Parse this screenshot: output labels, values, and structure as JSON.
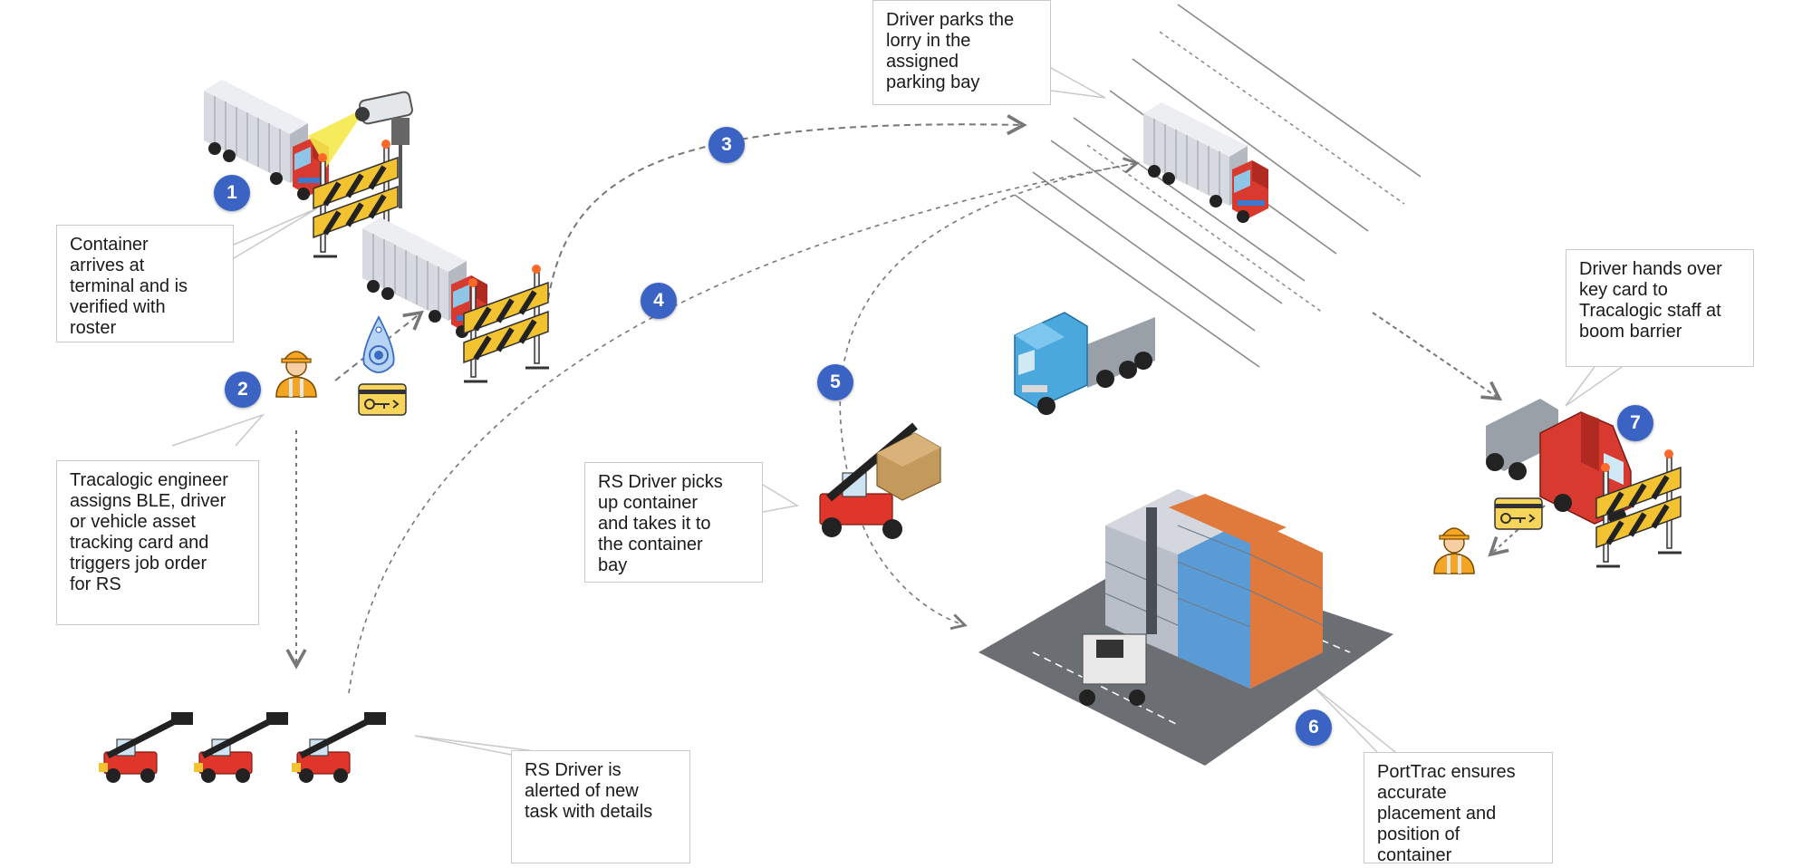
{
  "steps": [
    {
      "number": "1",
      "text": "Container\narrives at\nterminal and is\nverified with\nroster"
    },
    {
      "number": "2",
      "text": "Tracalogic engineer\nassigns BLE, driver\nor vehicle asset\ntracking card and\ntriggers job order\nfor RS"
    },
    {
      "number": "3",
      "text": "Driver parks the\nlorry in the\nassigned\nparking bay"
    },
    {
      "number": "4",
      "text": "RS Driver is\nalerted of new\ntask with details"
    },
    {
      "number": "5",
      "text": "RS Driver  picks\nup container\nand takes it to\nthe container\nbay"
    },
    {
      "number": "6",
      "text": "PortTrac ensures\naccurate\nplacement and\nposition of\ncontainer"
    },
    {
      "number": "7",
      "text": "Driver hands over\nkey card to\nTracalogic staff at\nboom barrier"
    }
  ],
  "colors": {
    "badge": "#3a63c4",
    "lorry_cab_red": "#d93a2f",
    "truck_blue": "#4aa8dc",
    "container_grey": "#b9bfc8",
    "container_blue": "#5a9bd5",
    "container_orange": "#e07a3c",
    "barrier_yellow": "#f2c230",
    "yard_grey": "#6b6e73"
  },
  "icons": [
    "lorry-icon",
    "cctv-camera-icon",
    "boom-barrier-icon",
    "engineer-icon",
    "ble-tag-icon",
    "key-card-icon",
    "reach-stacker-icon",
    "tractor-truck-icon",
    "container-yard-icon"
  ]
}
